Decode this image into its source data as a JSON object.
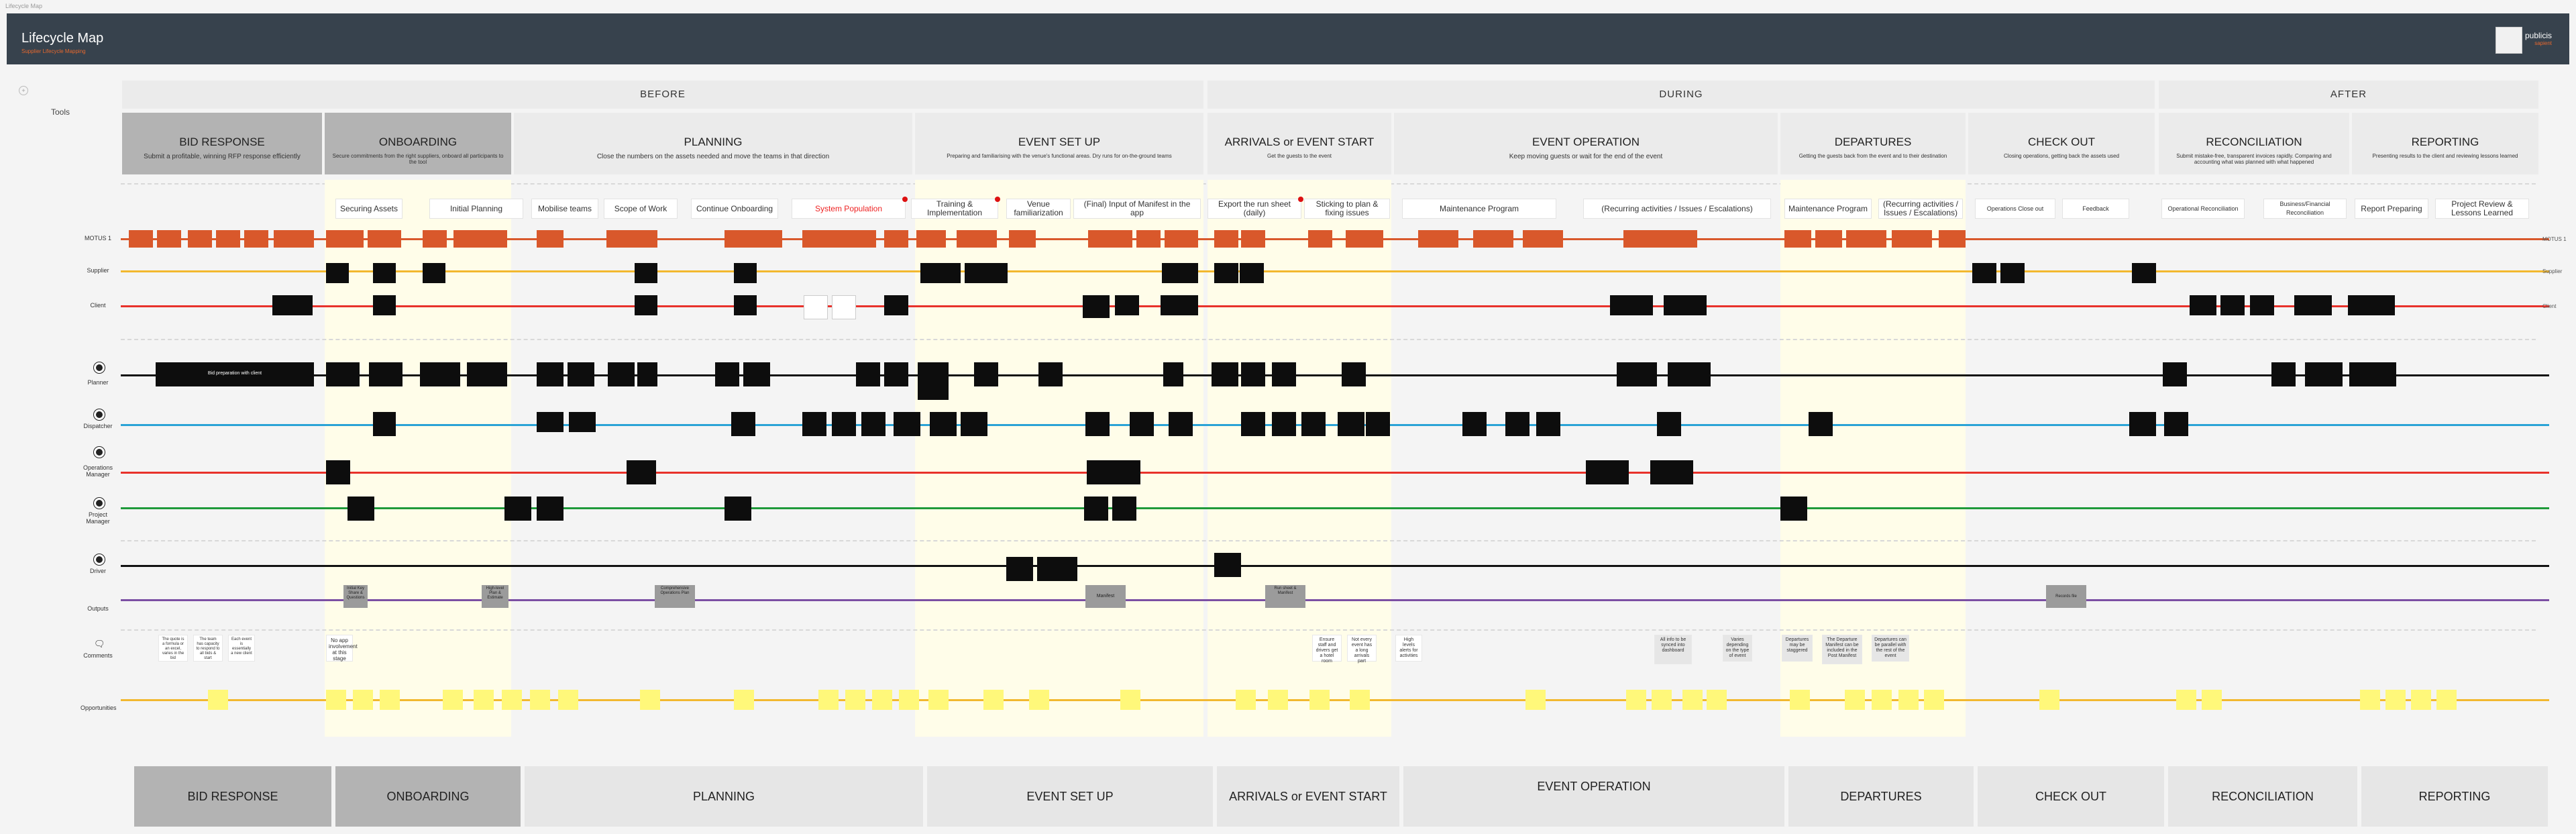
{
  "header": {
    "top_label": "Lifecycle Map",
    "title": "Lifecycle Map",
    "subtitle": "Supplier Lifecycle Mapping",
    "brand": "publicis",
    "brand_sub": "sapient"
  },
  "sidebar": {
    "tools_label": "Tools",
    "add_icon": "+"
  },
  "phases": [
    {
      "label": "BEFORE"
    },
    {
      "label": "DURING"
    },
    {
      "label": "AFTER"
    }
  ],
  "stages": [
    {
      "title": "BID RESPONSE",
      "desc": "Submit a profitable, winning RFP response efficiently"
    },
    {
      "title": "ONBOARDING",
      "desc": "Secure commitments from the right suppliers, onboard all participants to the tool"
    },
    {
      "title": "PLANNING",
      "desc": "Close the numbers on the assets needed and move the teams in that direction"
    },
    {
      "title": "EVENT SET UP",
      "desc": "Preparing and familiarising with the venue's functional areas. Dry runs for on-the-ground teams"
    },
    {
      "title": "ARRIVALS or EVENT START",
      "desc": "Get the guests to the event"
    },
    {
      "title": "EVENT OPERATION",
      "desc": "Keep moving guests or wait for the end of the event"
    },
    {
      "title": "DEPARTURES",
      "desc": "Getting the guests back from the event and to their destination"
    },
    {
      "title": "CHECK OUT",
      "desc": "Closing operations, getting back the assets used"
    },
    {
      "title": "RECONCILIATION",
      "desc": "Submit mistake-free, transparent invoices rapidly. Comparing and accounting what was planned with what happened"
    },
    {
      "title": "REPORTING",
      "desc": "Presenting results to the client and reviewing lessons learned"
    }
  ],
  "steps": [
    {
      "label": "Securing Assets"
    },
    {
      "label": "Initial Planning"
    },
    {
      "label": "Mobilise teams"
    },
    {
      "label": "Scope of Work"
    },
    {
      "label": "Continue Onboarding"
    },
    {
      "label": "System Population"
    },
    {
      "label": "Training & Implementation"
    },
    {
      "label": "Venue familiarization"
    },
    {
      "label": "(Final) Input of Manifest in the app"
    },
    {
      "label": "Export the run sheet (daily)"
    },
    {
      "label": "Sticking to plan & fixing issues"
    },
    {
      "label": "Maintenance Program"
    },
    {
      "label": "(Recurring activities / Issues / Escalations)"
    },
    {
      "label": "Maintenance Program"
    },
    {
      "label": "(Recurring activities / Issues / Escalations)"
    },
    {
      "label": "Operations Close out"
    },
    {
      "label": "Feedback"
    },
    {
      "label": "Operational Reconciliation"
    },
    {
      "label": "Business/Financial Reconciliation"
    },
    {
      "label": "Report Preparing"
    },
    {
      "label": "Project Review & Lessons Learned"
    }
  ],
  "lanes": [
    {
      "label": "MOTUS 1",
      "right": "MOTUS 1",
      "color": "#d9582b"
    },
    {
      "label": "Supplier",
      "right": "Supplier",
      "color": "#f2b82f"
    },
    {
      "label": "Client",
      "right": "Client",
      "color": "#e8322b"
    },
    {
      "label": "Planner",
      "right": "",
      "color": "#111111"
    },
    {
      "label": "Dispatcher",
      "right": "",
      "color": "#2aa3d6"
    },
    {
      "label": "Operations Manager",
      "right": "",
      "color": "#e8322b"
    },
    {
      "label": "Project Manager",
      "right": "",
      "color": "#1f9a3a"
    },
    {
      "label": "Driver",
      "right": "",
      "color": "#111111"
    },
    {
      "label": "Outputs",
      "right": "",
      "color": "#7b4fa3"
    },
    {
      "label": "Comments",
      "right": "",
      "color": ""
    },
    {
      "label": "Opportunities",
      "right": "",
      "color": "#f2b82f"
    }
  ],
  "notes": {
    "planner_wide": "Bid preparation with client",
    "comments": [
      "No app involvement at this stage",
      "The quote is a formula or an excel, varies in the bid",
      "The team has capacity to respond to all bids & start",
      "Each event is essentially a new client",
      "Ensure staff and drivers get a hotel room",
      "Not every event has a long arrivals part",
      "High levels alerts for activities",
      "Departures may be staggered",
      "The Departure Manifest can be included in the Post Manifest",
      "Departures can be parallel with the rest of the event",
      "Varies depending on the type of event",
      "All info to be synced into dashboard"
    ],
    "outputs": [
      "Initial Key Share & Questions",
      "High-level Plan & Estimate",
      "Comprehensive Operations Plan",
      "Manifest",
      "Run sheet & Manifest",
      "Records file"
    ]
  },
  "footer": [
    {
      "label": "BID RESPONSE"
    },
    {
      "label": "ONBOARDING"
    },
    {
      "label": "PLANNING"
    },
    {
      "label": "EVENT SET UP"
    },
    {
      "label": "ARRIVALS or EVENT START"
    },
    {
      "label": "EVENT OPERATION"
    },
    {
      "label": "DEPARTURES"
    },
    {
      "label": "CHECK OUT"
    },
    {
      "label": "RECONCILIATION"
    },
    {
      "label": "REPORTING"
    }
  ],
  "colors": {
    "header_bg": "#37424d",
    "accent": "#e7682e",
    "card_orange": "#d9582b",
    "card_black": "#0d0d0d",
    "sticky_yellow": "#fff87a"
  }
}
